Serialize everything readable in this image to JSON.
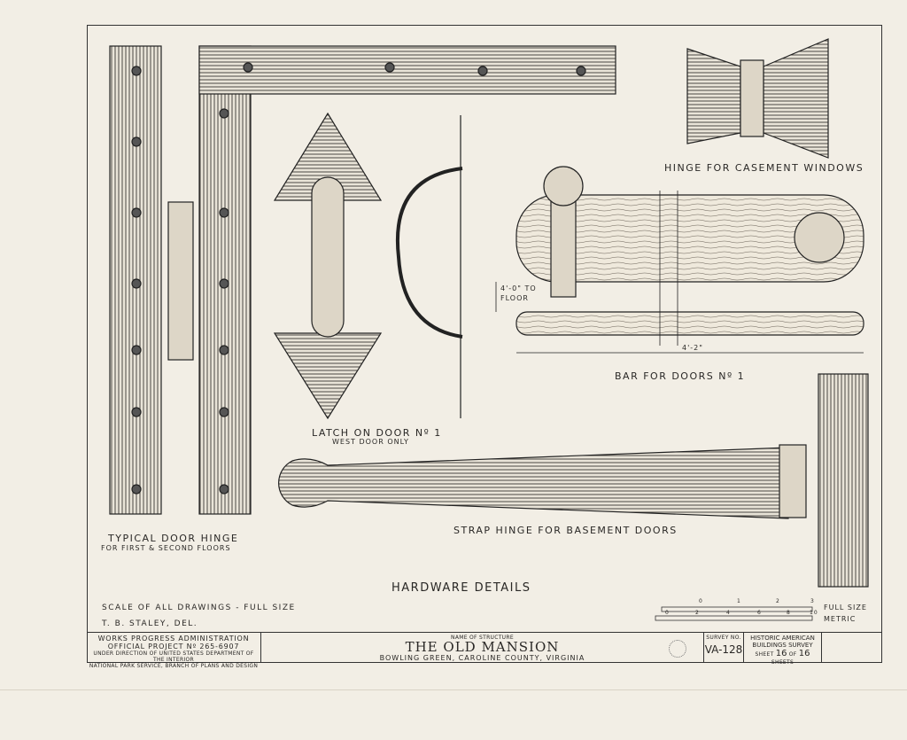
{
  "drawing": {
    "title": "HARDWARE DETAILS",
    "scale_note": "SCALE OF ALL DRAWINGS - FULL SIZE",
    "delineator": "T. B. STALEY, DEL.",
    "items": {
      "door_hinge": {
        "label": "TYPICAL DOOR HINGE",
        "sub": "FOR FIRST & SECOND FLOORS"
      },
      "latch": {
        "label": "LATCH ON DOOR Nº 1",
        "sub": "WEST DOOR ONLY"
      },
      "casement": {
        "label": "HINGE FOR CASEMENT WINDOWS"
      },
      "bar": {
        "label": "BAR FOR DOORS Nº 1",
        "dim_height": "4'-0\" TO",
        "dim_height2": "FLOOR",
        "dim_length": "4'-2\""
      },
      "strap": {
        "label": "STRAP HINGE FOR BASEMENT DOORS"
      }
    },
    "scale_bar": {
      "full_size_label": "FULL SIZE",
      "metric_label": "METRIC",
      "full_ticks": [
        "0",
        "1",
        "2",
        "3"
      ],
      "metric_ticks": [
        "0",
        "2",
        "4",
        "6",
        "8",
        "10"
      ]
    }
  },
  "title_block": {
    "agency_line1": "WORKS PROGRESS ADMINISTRATION",
    "agency_line2": "OFFICIAL PROJECT Nº 265-6907",
    "agency_line3": "UNDER DIRECTION OF UNITED STATES DEPARTMENT OF THE INTERIOR",
    "agency_line4": "NATIONAL PARK SERVICE, BRANCH OF PLANS AND DESIGN",
    "name_caption": "NAME OF STRUCTURE",
    "structure_name": "THE OLD MANSION",
    "location": "BOWLING GREEN, CAROLINE COUNTY, VIRGINIA",
    "survey_caption": "SURVEY NO.",
    "survey_no": "VA-128",
    "survey_name1": "HISTORIC AMERICAN",
    "survey_name2": "BUILDINGS SURVEY",
    "sheet_word": "SHEET",
    "sheet_no": "16",
    "of_word": "OF",
    "sheet_total": "16",
    "sheets_word": "SHEETS"
  }
}
